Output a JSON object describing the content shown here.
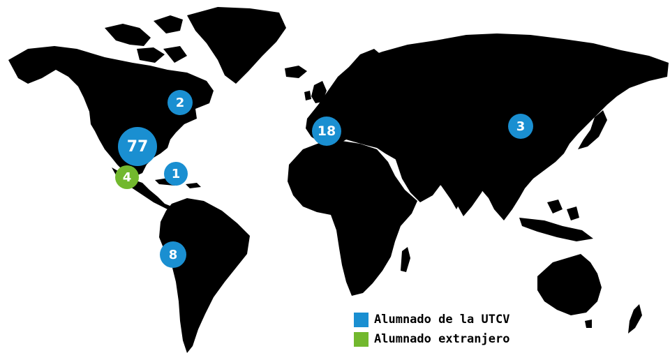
{
  "colors": {
    "land": "#000000",
    "ocean": "#ffffff",
    "utcv": "#1a8fd1",
    "foreign": "#72b82e",
    "marker_text": "#ffffff"
  },
  "legend": {
    "utcv_label": "Alumnado de la UTCV",
    "foreign_label": "Alumnado extranjero"
  },
  "markers": [
    {
      "id": "canada",
      "value": "2",
      "group": "utcv"
    },
    {
      "id": "usa",
      "value": "77",
      "group": "utcv"
    },
    {
      "id": "mexico",
      "value": "4",
      "group": "foreign"
    },
    {
      "id": "caribbean",
      "value": "1",
      "group": "utcv"
    },
    {
      "id": "south-america",
      "value": "8",
      "group": "utcv"
    },
    {
      "id": "spain",
      "value": "18",
      "group": "utcv"
    },
    {
      "id": "china",
      "value": "3",
      "group": "utcv"
    }
  ]
}
